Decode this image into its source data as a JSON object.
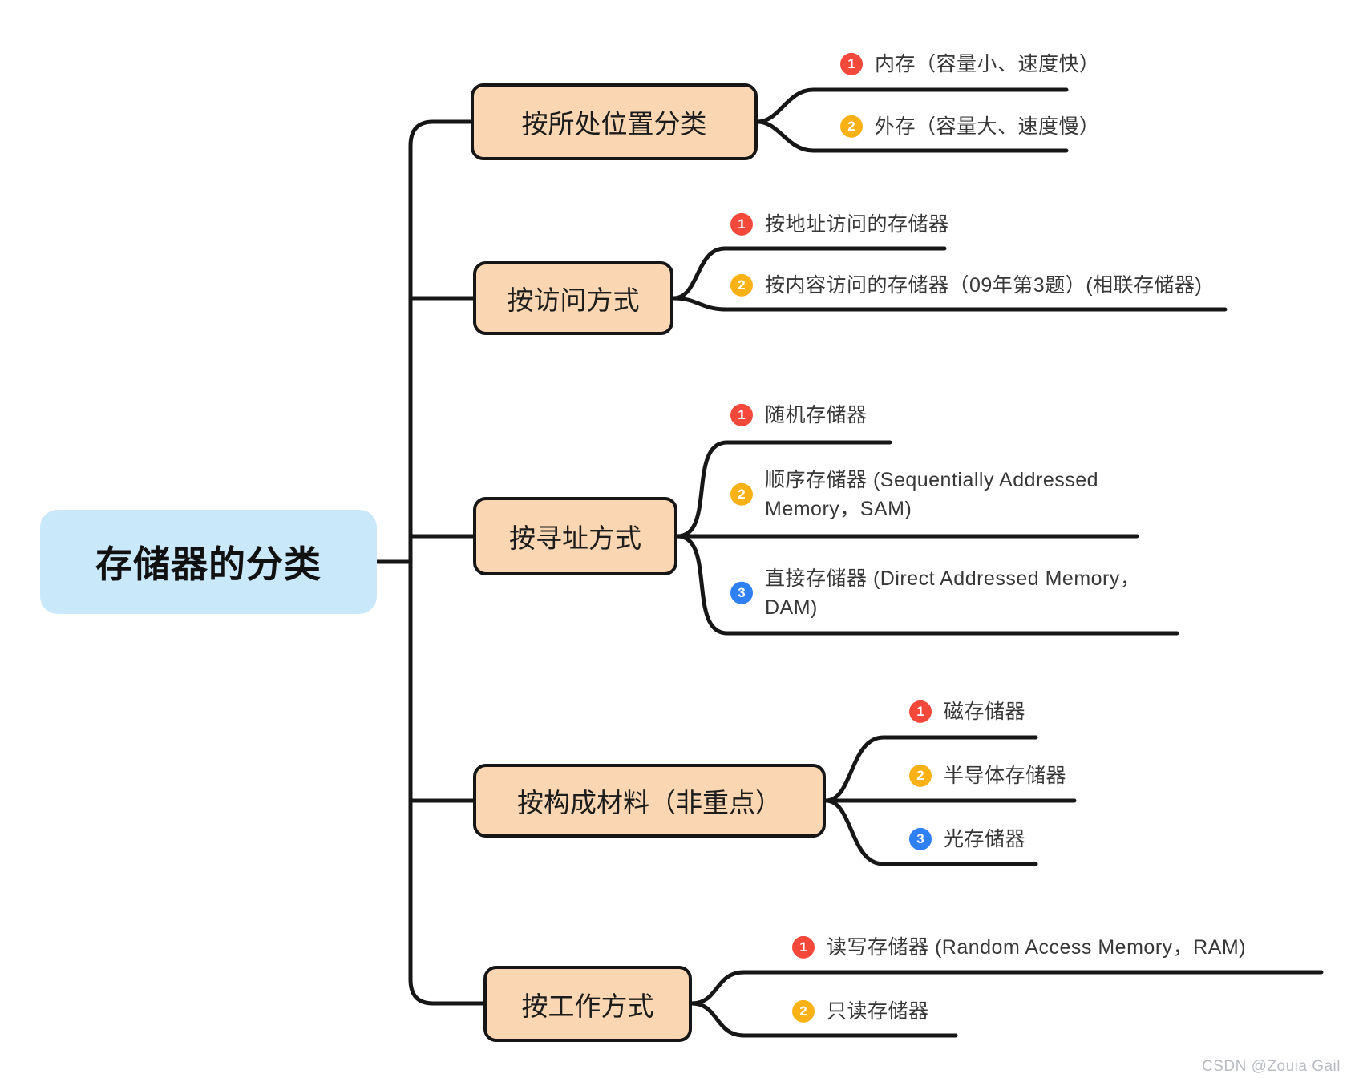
{
  "root": {
    "label": "存储器的分类"
  },
  "watermark": "CSDN @Zouia Gail",
  "colors": {
    "root_fill": "#c9e8fa",
    "branch_fill": "#fad7b2",
    "line": "#161616",
    "badge_red": "#f4483b",
    "badge_yellow": "#f9b115",
    "badge_blue": "#2f7ff5"
  },
  "branches": [
    {
      "label": "按所处位置分类",
      "children": [
        {
          "num": "1",
          "text": "内存（容量小、速度快）"
        },
        {
          "num": "2",
          "text": "外存（容量大、速度慢）"
        }
      ]
    },
    {
      "label": "按访问方式",
      "children": [
        {
          "num": "1",
          "text": "按地址访问的存储器"
        },
        {
          "num": "2",
          "text": "按内容访问的存储器（09年第3题）(相联存储器)"
        }
      ]
    },
    {
      "label": "按寻址方式",
      "children": [
        {
          "num": "1",
          "text": "随机存储器"
        },
        {
          "num": "2",
          "text": "顺序存储器 (Sequentially Addressed Memory，SAM)"
        },
        {
          "num": "3",
          "text": "直接存储器 (Direct Addressed Memory，DAM)"
        }
      ]
    },
    {
      "label": "按构成材料（非重点）",
      "children": [
        {
          "num": "1",
          "text": "磁存储器"
        },
        {
          "num": "2",
          "text": "半导体存储器"
        },
        {
          "num": "3",
          "text": "光存储器"
        }
      ]
    },
    {
      "label": "按工作方式",
      "children": [
        {
          "num": "1",
          "text": "读写存储器 (Random Access Memory，RAM)"
        },
        {
          "num": "2",
          "text": "只读存储器"
        }
      ]
    }
  ]
}
